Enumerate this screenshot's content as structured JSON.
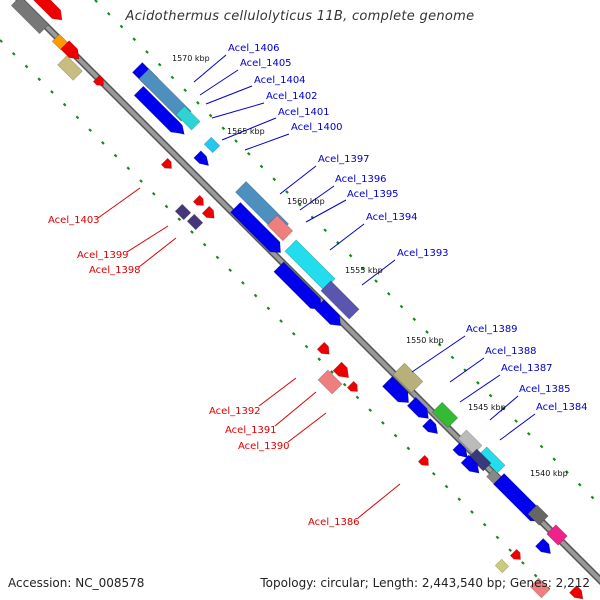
{
  "title": "Acidothermus cellulolyticus 11B, complete genome",
  "accession_label": "Accession: NC_008578",
  "topology_label": "Topology: circular; Length: 2,443,540 bp; Genes: 2,212",
  "colors": {
    "backbone": "#8a8a8a",
    "forward_gene": "#0000ee",
    "reverse_gene": "#ee0000",
    "fwd_label": "#0000cc",
    "rev_label": "#dd0000",
    "tick_dots": "#1a8a1a"
  },
  "kbp_ticks": [
    "1570 kbp",
    "1565 kbp",
    "1560 kbp",
    "1555 kbp",
    "1550 kbp",
    "1545 kbp",
    "1540 kbp"
  ],
  "forward_labels": [
    "Acel_1406",
    "Acel_1405",
    "Acel_1404",
    "Acel_1402",
    "Acel_1401",
    "Acel_1400",
    "Acel_1397",
    "Acel_1396",
    "Acel_1395",
    "Acel_1394",
    "Acel_1393",
    "Acel_1389",
    "Acel_1388",
    "Acel_1387",
    "Acel_1385",
    "Acel_1384"
  ],
  "reverse_labels": [
    "Acel_1403",
    "Acel_1399",
    "Acel_1398",
    "Acel_1392",
    "Acel_1391",
    "Acel_1390",
    "Acel_1386"
  ]
}
